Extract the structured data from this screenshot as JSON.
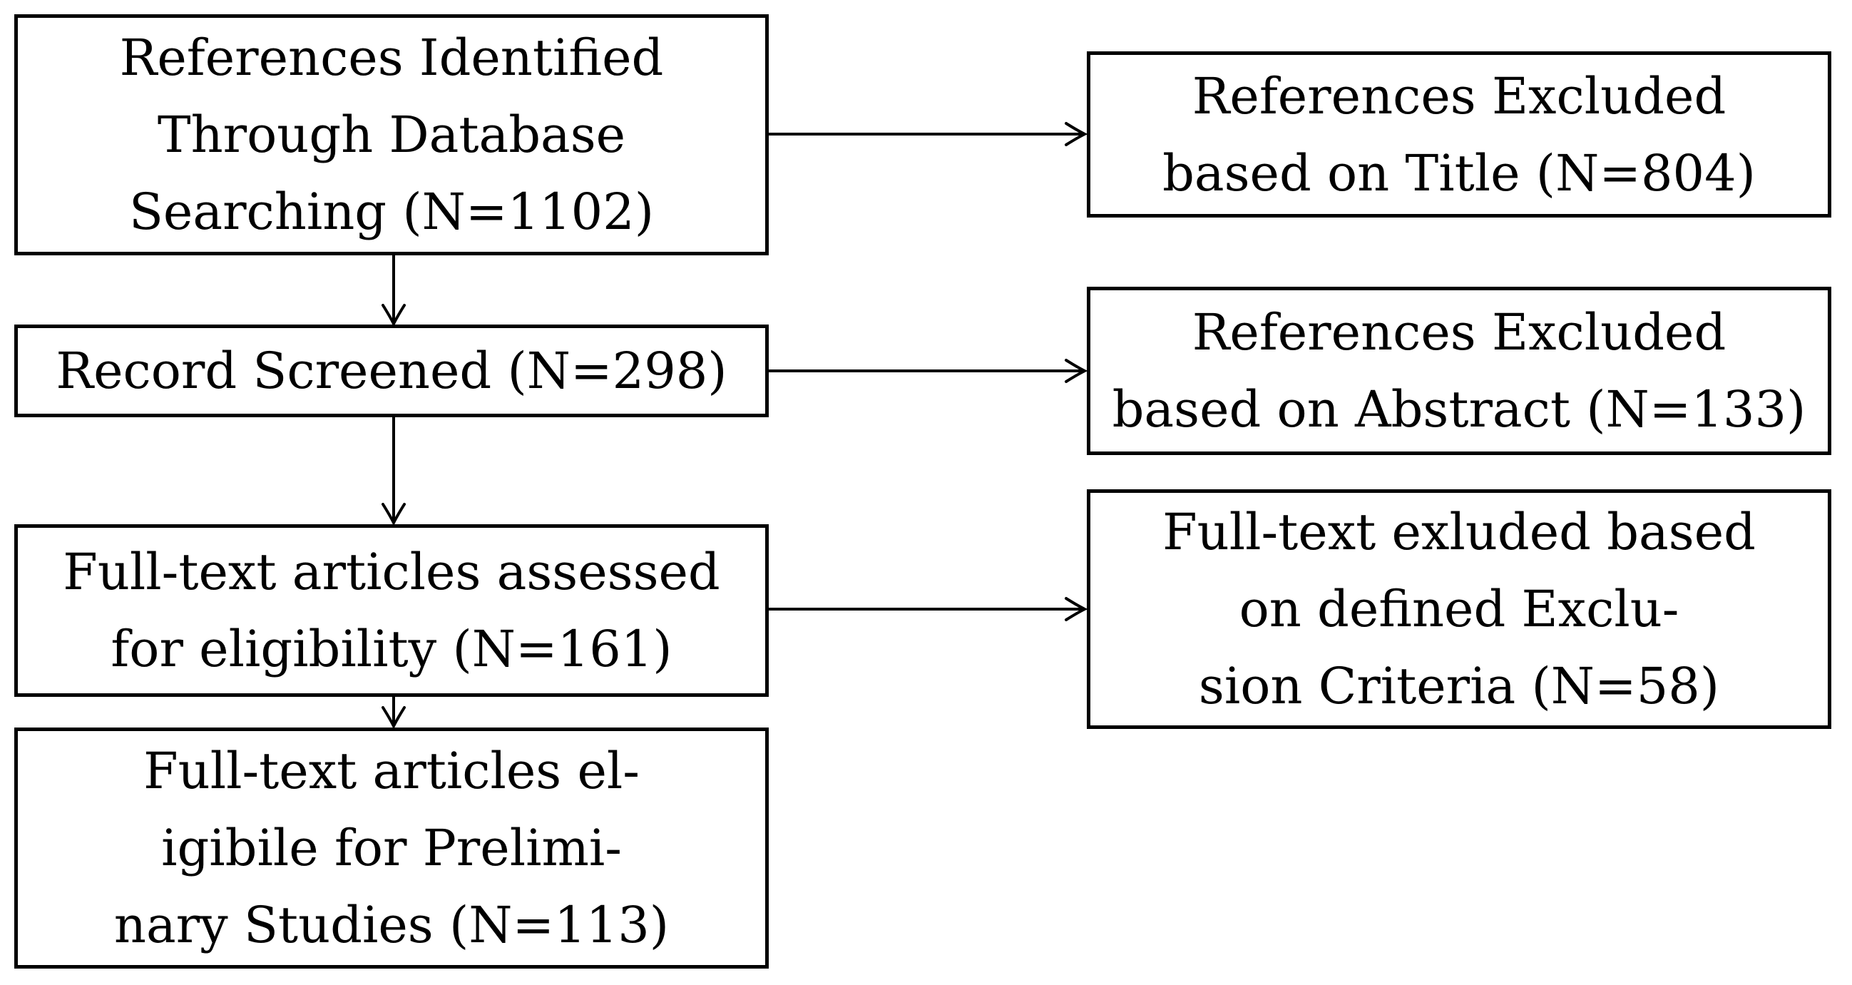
{
  "diagram": {
    "type": "flowchart",
    "colors": {
      "background": "#ffffff",
      "line": "#000000",
      "text": "#000000"
    },
    "boxes": {
      "identified": {
        "text": "References Identified Through Database Searching (N=1102)",
        "lines": [
          "References Identified",
          "Through Database",
          "Searching (N=1102)"
        ]
      },
      "screened": {
        "text": "Record Screened (N=298)",
        "lines": [
          "Record Screened (N=298)"
        ]
      },
      "fulltext_assessed": {
        "text": "Full-text articles assessed for eligibility (N=161)",
        "lines": [
          "Full-text articles assessed",
          "for eligibility (N=161)"
        ]
      },
      "eligible": {
        "text": "Full-text articles el- igibile for Prelimi- nary Studies (N=113)",
        "lines": [
          "Full-text articles el-",
          "igibile for Prelimi-",
          "nary Studies (N=113)"
        ]
      },
      "excluded_title": {
        "text": "References Excluded based on Title (N=804)",
        "lines": [
          "References Excluded",
          "based on Title (N=804)"
        ]
      },
      "excluded_abstract": {
        "text": "References Excluded based on Abstract (N=133)",
        "lines": [
          "References Excluded",
          "based on Abstract (N=133)"
        ]
      },
      "excluded_criteria": {
        "text": "Full-text exluded based on defined Exclu- sion Criteria (N=58)",
        "lines": [
          "Full-text exluded based",
          "on defined Exclu-",
          "sion Criteria (N=58)"
        ]
      }
    },
    "edges": [
      {
        "from": "identified",
        "to": "screened",
        "direction": "down"
      },
      {
        "from": "screened",
        "to": "fulltext_assessed",
        "direction": "down"
      },
      {
        "from": "fulltext_assessed",
        "to": "eligible",
        "direction": "down"
      },
      {
        "from": "identified",
        "to": "excluded_title",
        "direction": "right"
      },
      {
        "from": "screened",
        "to": "excluded_abstract",
        "direction": "right"
      },
      {
        "from": "fulltext_assessed",
        "to": "excluded_criteria",
        "direction": "right"
      }
    ]
  }
}
